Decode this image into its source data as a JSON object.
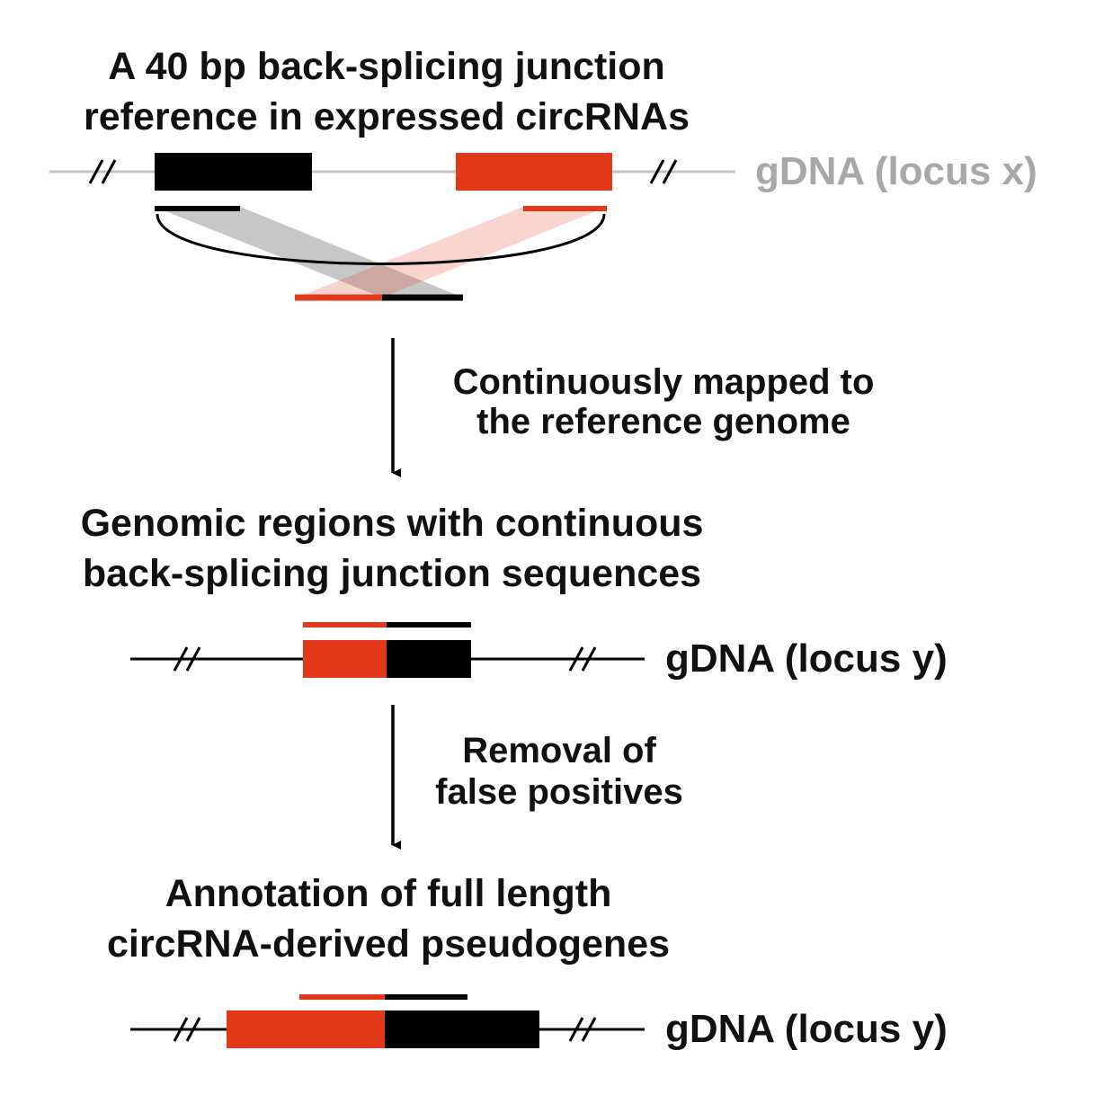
{
  "colors": {
    "red": "#e2391b",
    "black": "#000000",
    "gray": "#a8a8a8",
    "text": "#111111"
  },
  "section1": {
    "title_line1": "A 40 bp back-splicing junction",
    "title_line2": "reference in expressed circRNAs",
    "locus_label": "gDNA (locus x)"
  },
  "step1": {
    "label_line1": "Continuously mapped  to",
    "label_line2": "the reference genome"
  },
  "section2": {
    "title_line1": "Genomic regions with continuous",
    "title_line2": "back-splicing junction sequences",
    "locus_label": "gDNA (locus y)"
  },
  "step2": {
    "label_line1": "Removal of",
    "label_line2": "false positives"
  },
  "section3": {
    "title_line1": "Annotation of full length",
    "title_line2": "circRNA-derived pseudogenes",
    "locus_label": "gDNA (locus y)"
  }
}
